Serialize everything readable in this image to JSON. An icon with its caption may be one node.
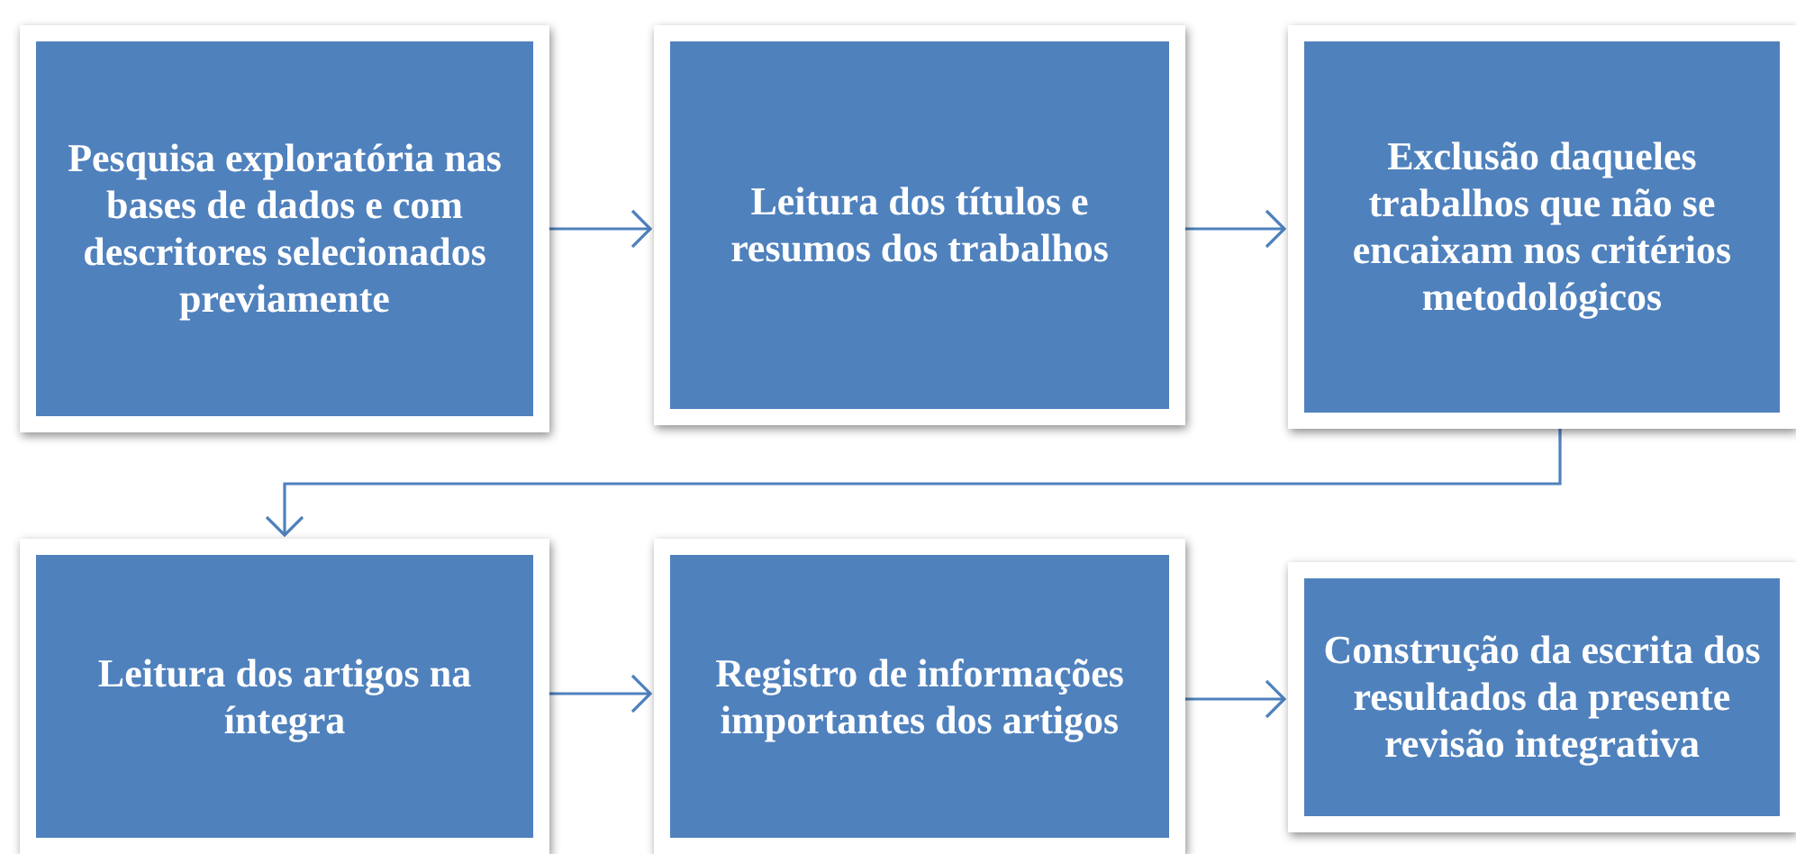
{
  "diagram": {
    "nodes": [
      {
        "text": [
          "Pesquisa exploratória nas bases de dados e com descritores selecionados previamente"
        ]
      },
      {
        "text": [
          "Leitura dos títulos e resumos dos trabalhos"
        ]
      },
      {
        "text": [
          "Exclusão daqueles trabalhos que não se encaixam nos critérios metodológicos"
        ]
      },
      {
        "text": [
          "Leitura dos artigos na íntegra"
        ]
      },
      {
        "text": [
          "Registro de informações importantes dos artigos"
        ]
      },
      {
        "text": [
          "Construção da escrita dos resultados da presente revisão integrativa"
        ]
      }
    ],
    "edges": [
      {
        "from": 0,
        "to": 1,
        "arrow": "to"
      },
      {
        "from": 1,
        "to": 2,
        "arrow": "to"
      },
      {
        "from": 2,
        "to": 3,
        "arrow": "to"
      },
      {
        "from": 3,
        "to": 4,
        "arrow": "to"
      },
      {
        "from": 4,
        "to": 5,
        "arrow": "to"
      }
    ]
  }
}
